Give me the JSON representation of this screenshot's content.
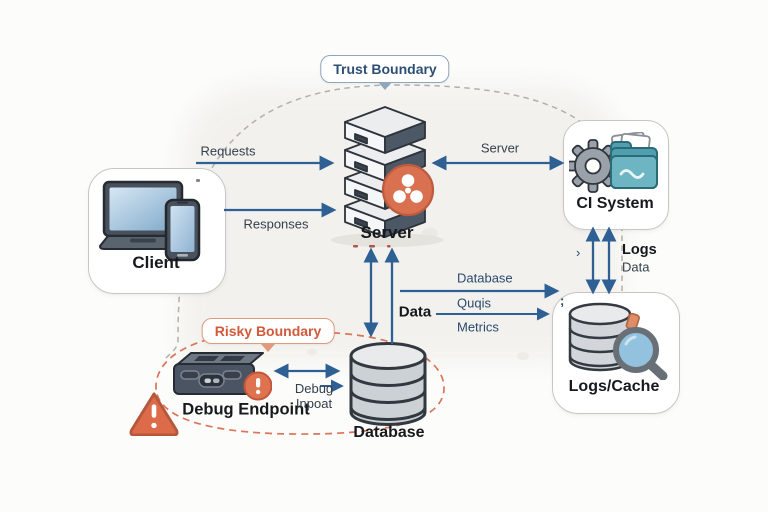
{
  "boundaries": {
    "trust": {
      "label": "Trust Boundary",
      "text_color": "#2d4f76",
      "border_color": "#8fa6bf"
    },
    "risky": {
      "label": "Risky Boundary",
      "text_color": "#d05a3a",
      "border_color": "#e09a7c"
    }
  },
  "nodes": {
    "client": {
      "label": "Client",
      "icon": "laptop-and-phone-icon"
    },
    "server": {
      "label": "Server",
      "icon": "server-stack-icon",
      "badge_color": "#d9704f"
    },
    "ci_system": {
      "label": "CI System",
      "icon": "gear-folder-icon"
    },
    "logs_cache": {
      "label": "Logs/Cache",
      "icon": "database-magnifier-icon"
    },
    "database": {
      "label": "Database",
      "icon": "database-cylinder-icon"
    },
    "debug_endpoint": {
      "label": "Debug Endpoint",
      "icon": "router-device-icon"
    }
  },
  "edges": {
    "requests": {
      "label": "Requests",
      "from": "Client",
      "to": "Server"
    },
    "responses": {
      "label": "Responses",
      "from": "Server",
      "to": "Client"
    },
    "server_ci": {
      "label": "Server",
      "from": "Server",
      "to": "CI System",
      "bidirectional": true
    },
    "server_database_data": {
      "label": "Data",
      "from": "Server",
      "to": "Database",
      "bidirectional": true
    },
    "server_logs_database": {
      "label": "Database",
      "from": "Server",
      "to": "Logs/Cache"
    },
    "server_logs_query": {
      "label": "Quqis",
      "from": "Server",
      "to": "Logs/Cache"
    },
    "server_logs_metrics": {
      "label": "Metrics",
      "from": "Server",
      "to": "Logs/Cache"
    },
    "ci_logs_logs": {
      "label": "Logs",
      "from": "CI System",
      "to": "Logs/Cache",
      "bidirectional": true
    },
    "ci_logs_data": {
      "label": "Data",
      "from": "CI System",
      "to": "Logs/Cache",
      "bidirectional": true
    },
    "debug_database": {
      "label_line1": "Debug",
      "label_line2": "Inpoat",
      "from": "Debug Endpoint",
      "to": "Database",
      "bidirectional": true
    }
  },
  "artifacts": {
    "semicolon": ";",
    "chevron": "›"
  },
  "colors": {
    "arrow": "#2e6094",
    "background": "#fcfcfa",
    "boundary_fill": "#f1f0ec",
    "threat_badge": "#d9704f",
    "warning": "#dd6b4a"
  }
}
